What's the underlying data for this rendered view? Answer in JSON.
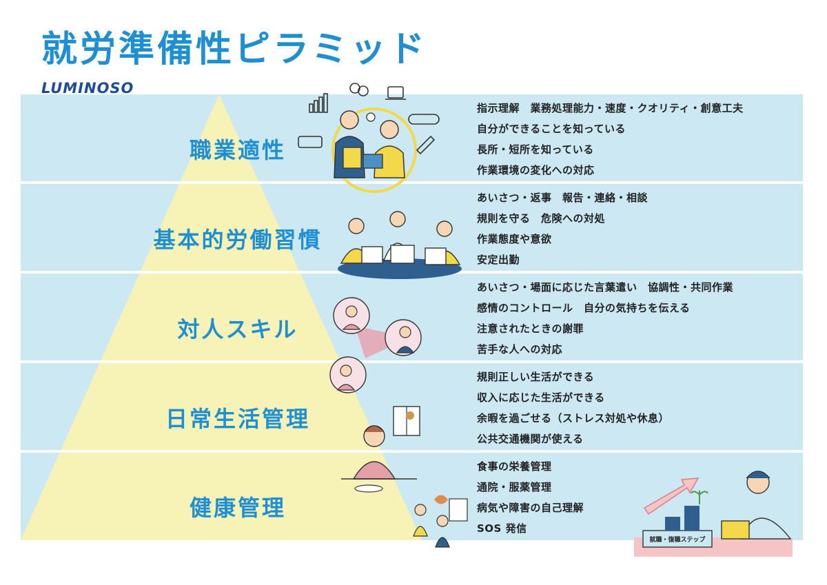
{
  "title": "就労準備性ピラミッド",
  "logo": "LUMINOSO",
  "colors": {
    "accent": "#1f8fd3",
    "band": "#cce8f3",
    "pyramid": "#f7f2b5",
    "logo": "#1a4c9a",
    "text": "#222222"
  },
  "levels": [
    {
      "label": "職業適性",
      "items": [
        "指示理解　業務処理能力・速度・クオリティ・創意工夫",
        "自分ができることを知っている",
        "長所・短所を知っている",
        "作業環境の変化への対応"
      ],
      "illustration": "teamwork-icons-illustration"
    },
    {
      "label": "基本的労働習慣",
      "items": [
        "あいさつ・返事　報告・連絡・相談",
        "規則を守る　危険への対処",
        "作業態度や意欲",
        "安定出勤"
      ],
      "illustration": "meeting-laptops-illustration"
    },
    {
      "label": "対人スキル",
      "items": [
        "あいさつ・場面に応じた言葉遣い　協調性・共同作業",
        "感情のコントロール　自分の気持ちを伝える",
        "注意されたときの謝罪",
        "苦手な人への対応"
      ],
      "illustration": "conversation-illustration"
    },
    {
      "label": "日常生活管理",
      "items": [
        "規則正しい生活ができる",
        "収入に応じた生活ができる",
        "余暇を過ごせる（ストレス対処や休息）",
        "公共交通機関が使える"
      ],
      "illustration": "daily-life-illustration"
    },
    {
      "label": "健康管理",
      "items": [
        "食事の栄養管理",
        "通院・服薬管理",
        "病気や障害の自己理解",
        "SOS 発信"
      ],
      "illustration": "health-consultation-illustration"
    }
  ],
  "step_illustration": {
    "label": "就職・復職ステップ",
    "icon": "growth-arrow-illustration"
  }
}
